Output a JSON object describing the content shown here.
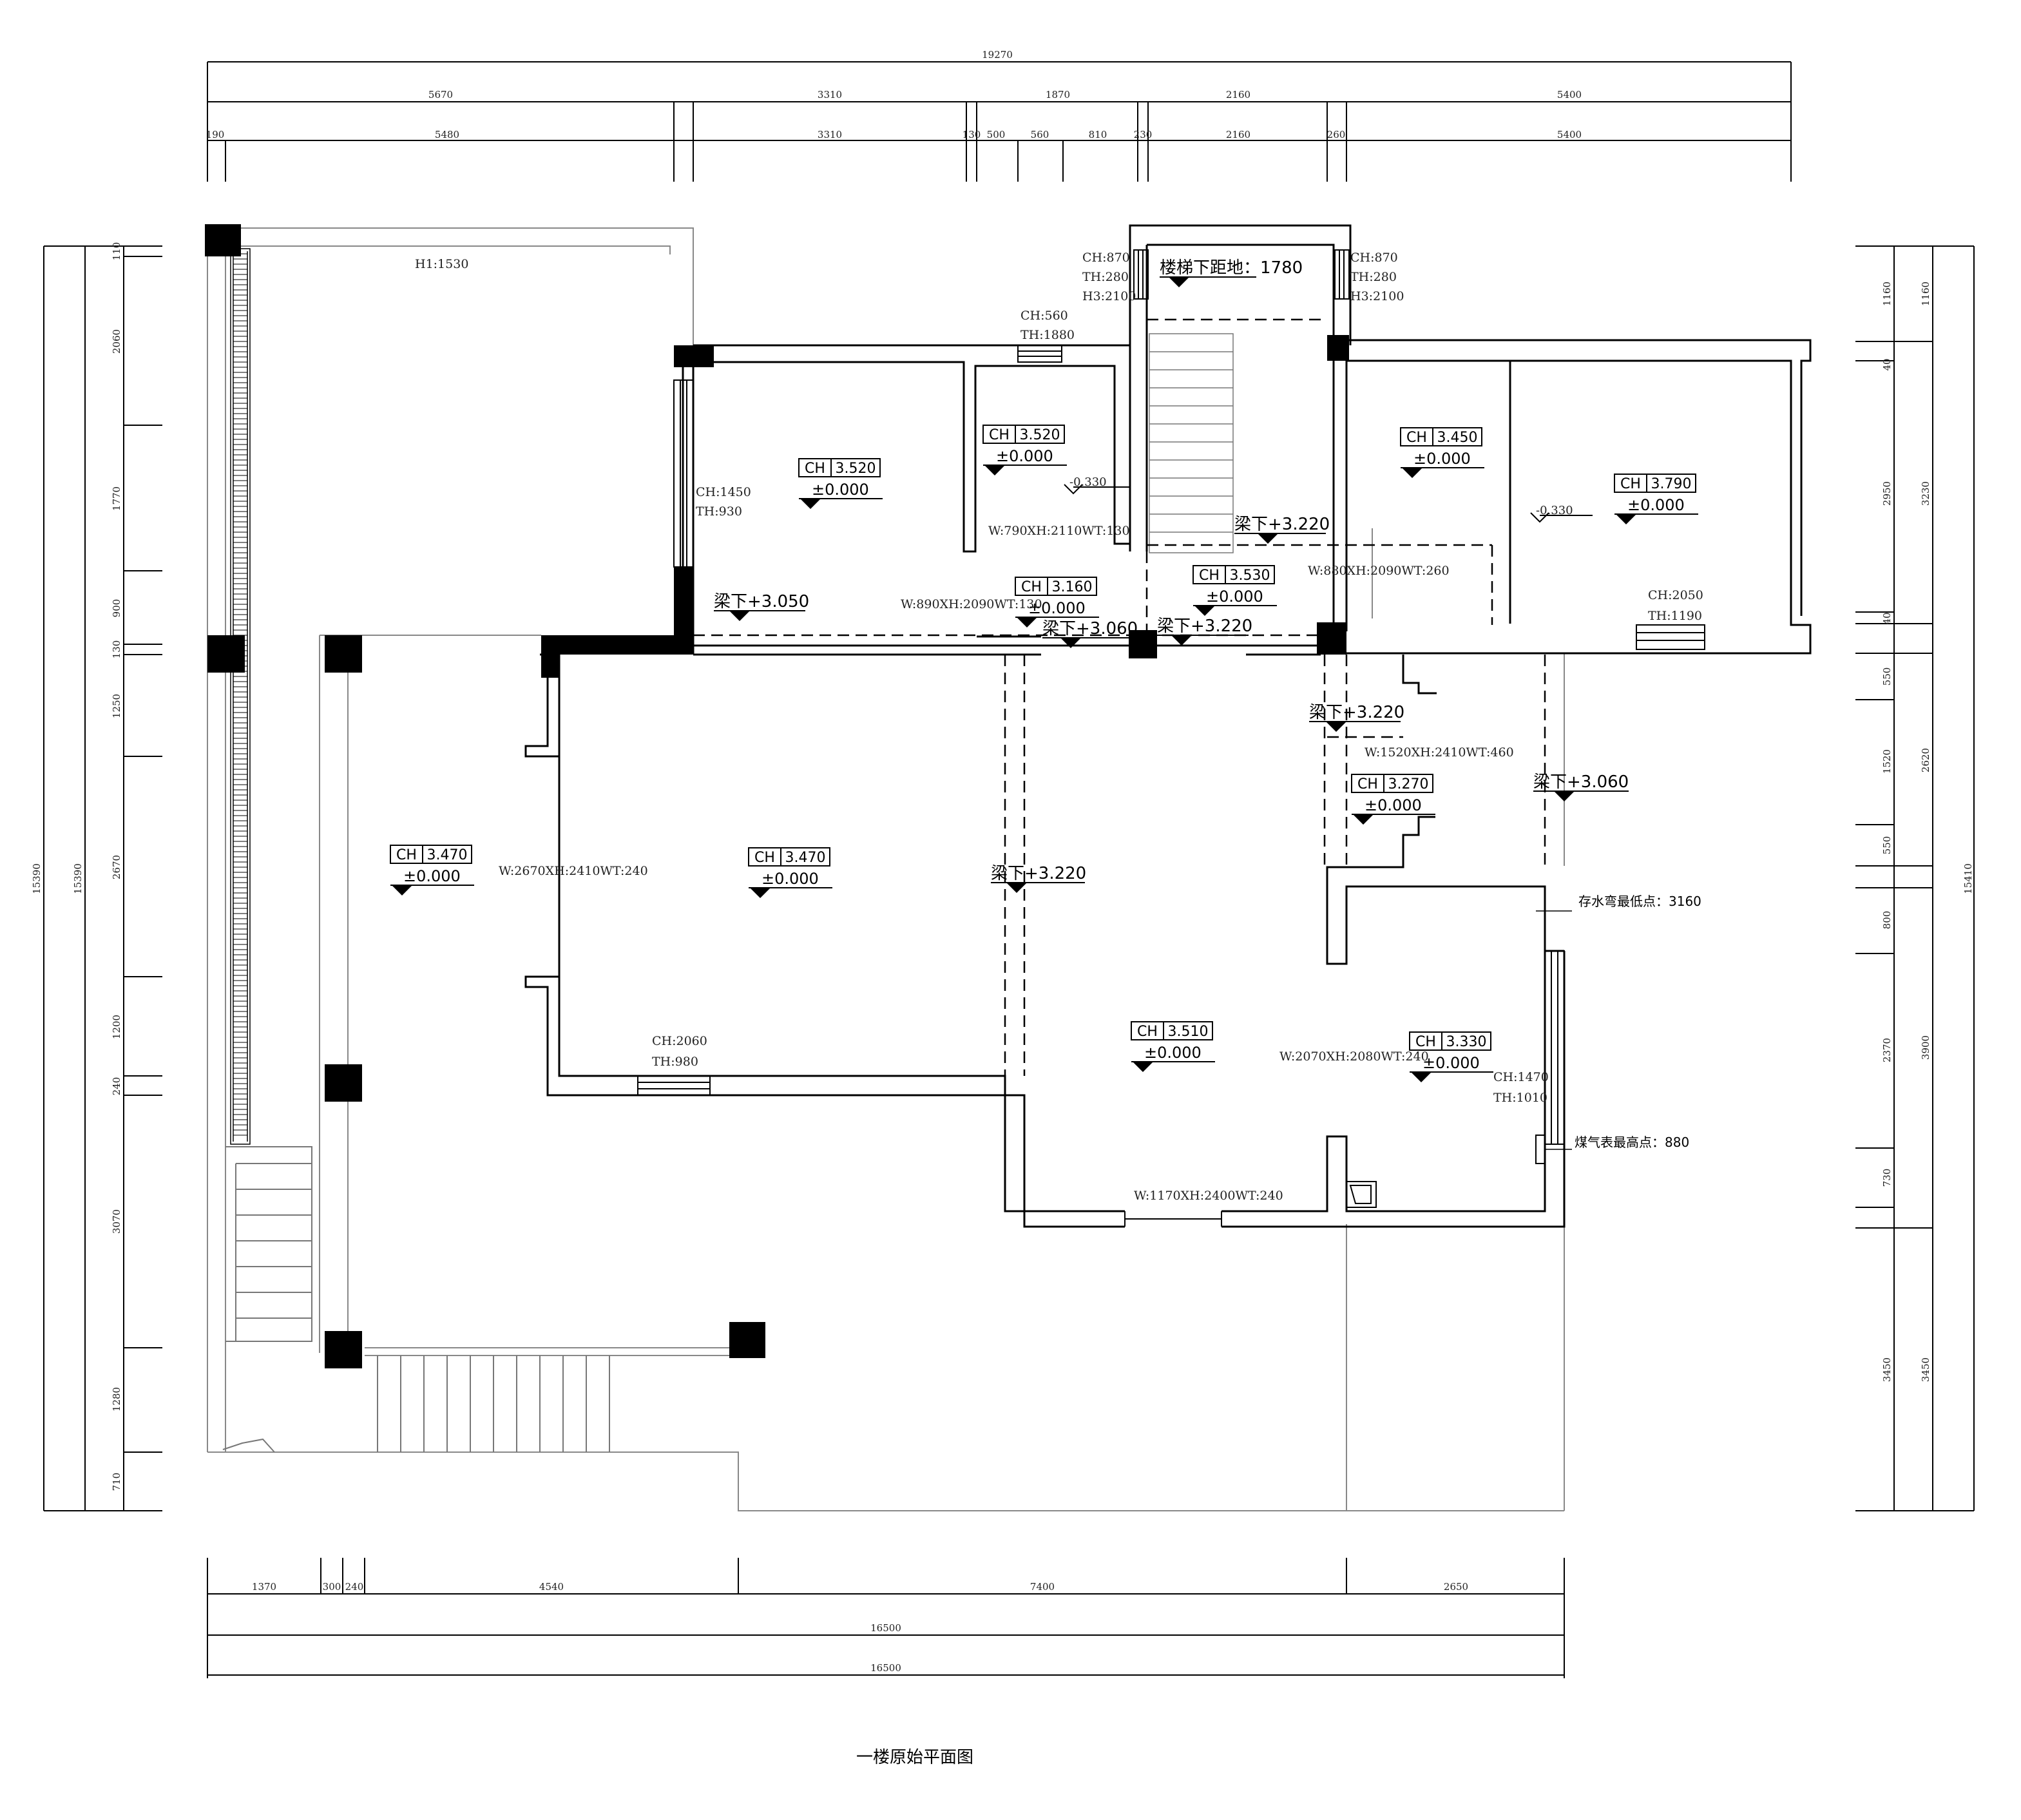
{
  "title": "一楼原始平面图",
  "dimensions": {
    "top_overall": "19270",
    "top_row1": [
      "5670",
      "3310",
      "1870",
      "2160",
      "5400"
    ],
    "top_row2": [
      "190",
      "5480",
      "3310",
      "130",
      "500",
      "560",
      "810",
      "230",
      "2160",
      "260",
      "5400"
    ],
    "bottom_row": [
      "1370",
      "300",
      "240",
      "4540",
      "7400",
      "2650"
    ],
    "bottom_total_1": "16500",
    "bottom_total_2": "16500",
    "left_overall_outer": "15390",
    "left_overall_inner": "15390",
    "left_segments": [
      "110",
      "2060",
      "1770",
      "900",
      "130",
      "1250",
      "2670",
      "1200",
      "240",
      "3070",
      "1280",
      "710"
    ],
    "right_overall": "15410",
    "right_col_a": [
      "1160",
      "40",
      "2950",
      "40",
      "550",
      "1520",
      "550",
      "800",
      "2370",
      "730",
      "3450"
    ],
    "right_col_b": [
      "1160",
      "3230",
      "2620",
      "3900",
      "3450"
    ]
  },
  "rooms": [
    {
      "ch": "3.520",
      "level": "±0.000"
    },
    {
      "ch": "3.520",
      "level": "±0.000"
    },
    {
      "ch": "3.450",
      "level": "±0.000"
    },
    {
      "ch": "3.790",
      "level": "±0.000"
    },
    {
      "ch": "3.160",
      "level": "±0.000"
    },
    {
      "ch": "3.530",
      "level": "±0.000"
    },
    {
      "ch": "3.470",
      "level": "±0.000"
    },
    {
      "ch": "3.470",
      "level": "±0.000"
    },
    {
      "ch": "3.270",
      "level": "±0.000"
    },
    {
      "ch": "3.510",
      "level": "±0.000"
    },
    {
      "ch": "3.330",
      "level": "±0.000"
    }
  ],
  "ch_prefix": "CH",
  "beams": [
    "梁下+3.050",
    "梁下+3.060",
    "梁下+3.220",
    "梁下+3.220",
    "梁下+3.220",
    "梁下+3.060",
    "梁下+3.220"
  ],
  "neg_levels": [
    "-0.330",
    "-0.330"
  ],
  "stair_note": "楼梯下距地：1780",
  "annotations": [
    "H1:1530",
    "CH:870",
    "TH:280",
    "H3:2100",
    "CH:870",
    "TH:280",
    "H3:2100",
    "CH:560",
    "TH:1880",
    "CH:1450",
    "TH:930",
    "W:790XH:2110WT:130",
    "W:880XH:2090WT:260",
    "W:890XH:2090WT:130",
    "CH:2050",
    "TH:1190",
    "W:1520XH:2410WT:460",
    "W:2670XH:2410WT:240",
    "CH:2060",
    "TH:980",
    "W:2070XH:2080WT:240",
    "CH:1470",
    "TH:1010",
    "W:1170XH:2400WT:240"
  ],
  "notes": [
    "存水弯最低点：3160",
    "煤气表最高点：880"
  ]
}
